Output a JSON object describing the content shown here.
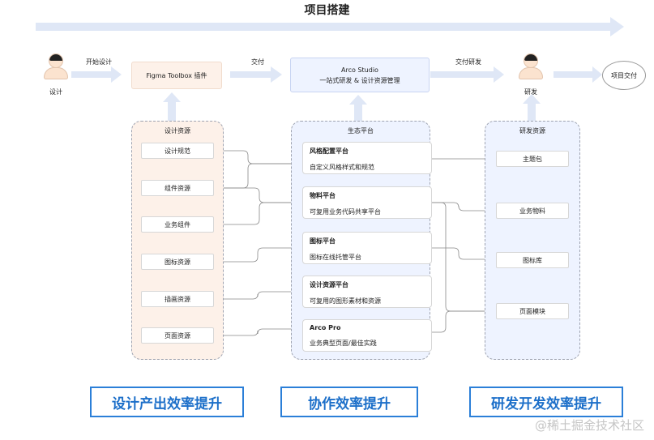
{
  "title": "项目搭建",
  "flow": {
    "designer_label": "设计",
    "dev_label": "研发",
    "start_design": "开始设计",
    "deliver": "交付",
    "deliver_dev": "交付研发",
    "plugin": "Figma Toolbox 插件",
    "studio_title": "Arco Studio",
    "studio_desc": "一站式研发 & 设计资源管理",
    "final": "项目交付"
  },
  "design_resources": {
    "title": "设计资源",
    "items": [
      "设计规范",
      "组件资源",
      "业务组件",
      "图标资源",
      "插画资源",
      "页面资源"
    ]
  },
  "ecosystem": {
    "title": "生态平台",
    "platforms": [
      {
        "name": "风格配置平台",
        "desc": "自定义风格样式和规范"
      },
      {
        "name": "物料平台",
        "desc": "可复用业务代码共享平台"
      },
      {
        "name": "图标平台",
        "desc": "图标在线托管平台"
      },
      {
        "name": "设计资源平台",
        "desc": "可复用的图形素材和资源"
      },
      {
        "name": "Arco Pro",
        "desc": "业务典型页面/最佳实践"
      }
    ]
  },
  "dev_resources": {
    "title": "研发资源",
    "items": [
      "主题包",
      "业务物料",
      "图标库",
      "页面模块"
    ]
  },
  "tags": [
    "设计产出效率提升",
    "协作效率提升",
    "研发开发效率提升"
  ],
  "watermark": "@稀土掘金技术社区",
  "colors": {
    "accent": "#2b7fd8",
    "design_bg": "#fdf1e9",
    "eco_bg": "#eef3ff",
    "arrow": "#dfe7f6"
  }
}
